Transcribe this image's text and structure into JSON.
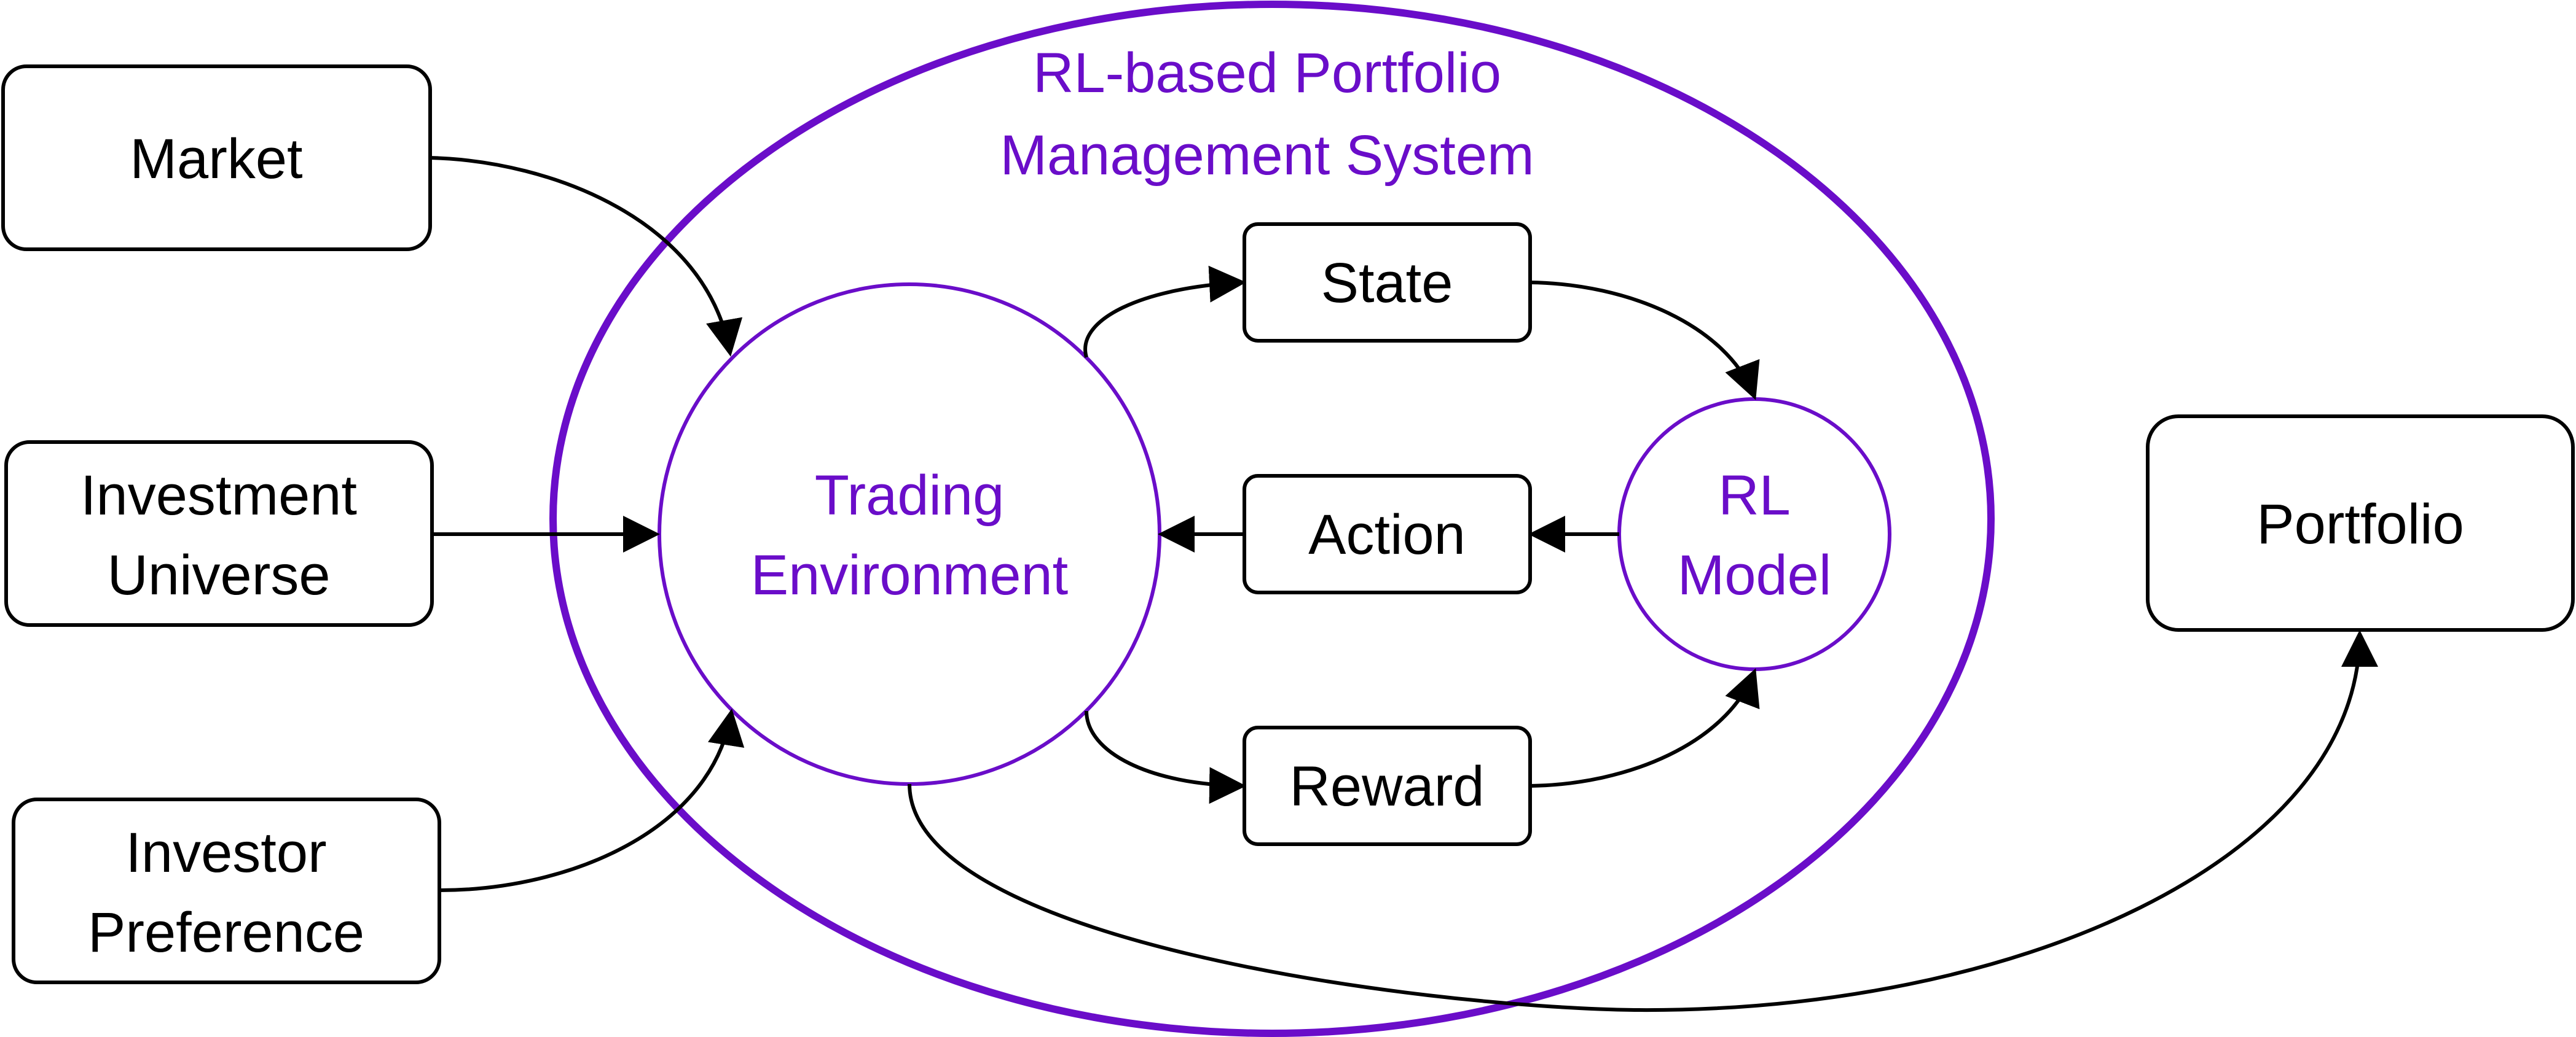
{
  "colors": {
    "accent": "#6A0DC9",
    "line": "#000000",
    "background": "#FFFFFF"
  },
  "system": {
    "title_line1": "RL-based Portfolio",
    "title_line2": "Management System"
  },
  "inputs": {
    "market": "Market",
    "investment_universe_line1": "Investment",
    "investment_universe_line2": "Universe",
    "investor_preference_line1": "Investor",
    "investor_preference_line2": "Preference"
  },
  "environment": {
    "line1": "Trading",
    "line2": "Environment"
  },
  "agent": {
    "line1": "RL",
    "line2": "Model"
  },
  "signals": {
    "state": "State",
    "action": "Action",
    "reward": "Reward"
  },
  "output": {
    "portfolio": "Portfolio"
  }
}
